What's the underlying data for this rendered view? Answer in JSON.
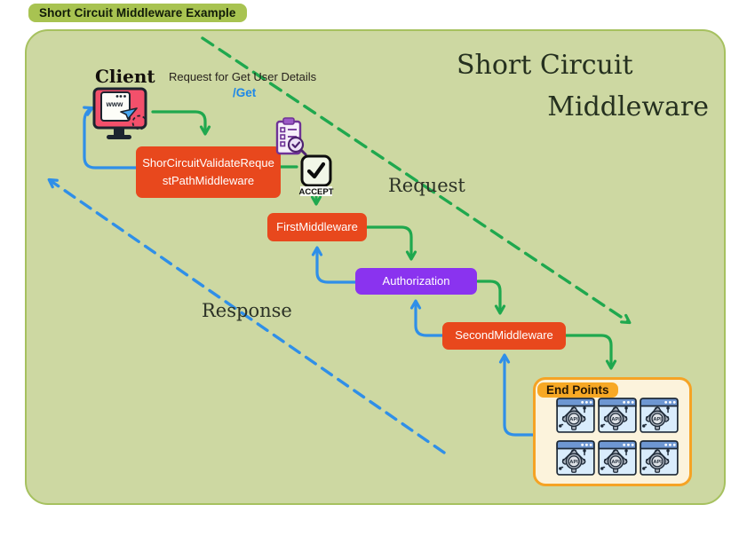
{
  "badge": {
    "label": "Short Circuit Middleware Example"
  },
  "title": {
    "line1": "Short Circuit",
    "line2": "Middleware"
  },
  "client": {
    "label": "Client",
    "request_text": "Request for Get User Details",
    "request_path": "/Get"
  },
  "flow_labels": {
    "request": "Request",
    "response": "Response"
  },
  "middlewares": {
    "validate": {
      "line1": "ShorCircuitValidateReque",
      "line2": "stPathMiddleware"
    },
    "first": {
      "label": "FirstMiddleware"
    },
    "authorization": {
      "label": "Authorization"
    },
    "second": {
      "label": "SecondMiddleware"
    }
  },
  "accept_stamp": {
    "label": "ACCEPT"
  },
  "endpoints": {
    "label": "End Points",
    "api_label": "API",
    "count": 6
  },
  "colors": {
    "board_bg": "#cdd8a2",
    "board_border": "#a6c15f",
    "badge_bg": "#a8c351",
    "middleware_orange": "#e8481d",
    "authorization_purple": "#8a33ef",
    "request_green": "#1fa84e",
    "response_blue": "#2f8fe8",
    "endpoints_border": "#f5a325",
    "endpoints_bg": "#fcf3dc",
    "link_blue": "#1d87e8"
  }
}
